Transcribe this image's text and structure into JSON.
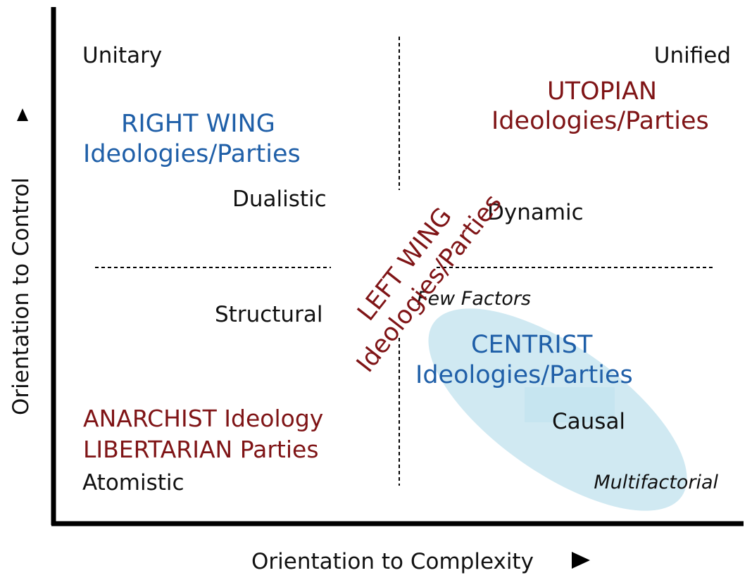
{
  "colors": {
    "blue": "#1f5fa8",
    "red": "#7f1416",
    "ellipse_fill": "#c8e5f0",
    "axis": "#000000"
  },
  "axes": {
    "x_label": "Orientation to Complexity",
    "y_label": "Orientation to  Control",
    "x_arrow_icon": "triangle-right-icon",
    "y_arrow_icon": "triangle-up-icon"
  },
  "quadrants": {
    "top_left": {
      "corner_label": "Unitary",
      "group_line1": "RIGHT WING",
      "group_line2": "Ideologies/Parties",
      "inner_label": "Dualistic"
    },
    "top_right": {
      "corner_label": "Unified",
      "group_line1": "UTOPIAN",
      "group_line2": "Ideologies/Parties",
      "inner_label": "Dynamic"
    },
    "bottom_left": {
      "inner_label": "Structural",
      "group_line1": "ANARCHIST Ideology",
      "group_line2": "LIBERTARIAN Parties",
      "corner_label": "Atomistic"
    },
    "bottom_right": {
      "top_label": "Few Factors",
      "group_line1": "CENTRIST",
      "group_line2": "Ideologies/Parties",
      "inner_label": "Causal",
      "bottom_label": "Multifactorial"
    }
  },
  "center": {
    "line1": "LEFT WING",
    "line2": "Ideologies/Parties"
  }
}
